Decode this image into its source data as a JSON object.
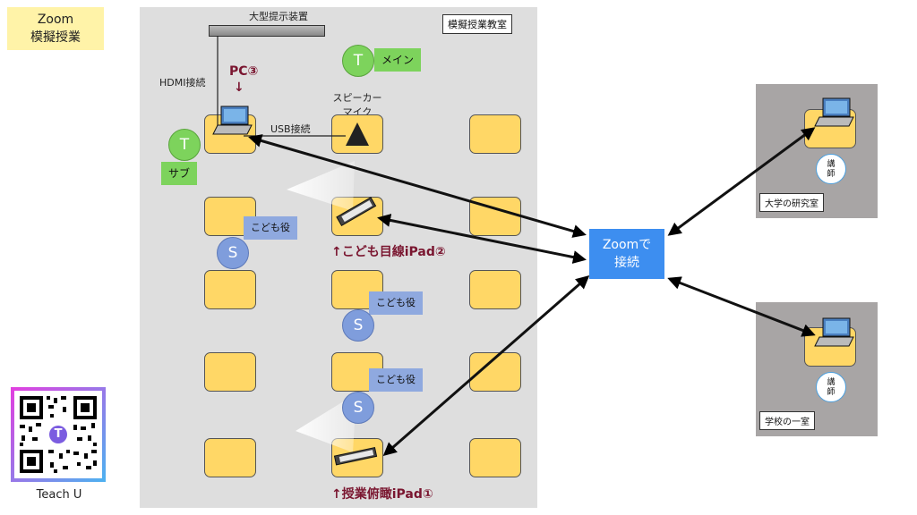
{
  "title_box": {
    "line1": "Zoom",
    "line2": "模擬授業"
  },
  "classroom": {
    "label": "模擬授業教室"
  },
  "display_device": {
    "label": "大型提示装置"
  },
  "hdmi_label": "HDMI接続",
  "pc_label": "PC③",
  "pc_arrow": "↓",
  "usb_label": "USB接続",
  "speaker_label": {
    "line1": "スピーカー",
    "line2": "マイク"
  },
  "teacher_main": {
    "icon": "T",
    "tag": "メイン"
  },
  "teacher_sub": {
    "icon": "T",
    "tag": "サブ"
  },
  "students": [
    {
      "icon": "S",
      "tag": "こども役"
    },
    {
      "icon": "S",
      "tag": "こども役"
    },
    {
      "icon": "S",
      "tag": "こども役"
    }
  ],
  "ipad2_label": "↑こども目線iPad②",
  "ipad1_label": "↑授業俯瞰iPad①",
  "zoom_box": {
    "line1": "Zoomで",
    "line2": "接続"
  },
  "remote_rooms": [
    {
      "label": "大学の研究室",
      "lecturer_line1": "講",
      "lecturer_line2": "師"
    },
    {
      "label": "学校の一室",
      "lecturer_line1": "講",
      "lecturer_line2": "師"
    }
  ],
  "qr": {
    "caption": "Teach U",
    "center_letter": "T"
  },
  "colors": {
    "desk": "#ffd766",
    "classroom_bg": "#dedede",
    "teacher_green": "#7dd35c",
    "student_blue": "#7f9ddc",
    "zoom_blue": "#3d8ef0",
    "accent_text": "#7a1630",
    "remote_room": "#a8a5a5"
  }
}
